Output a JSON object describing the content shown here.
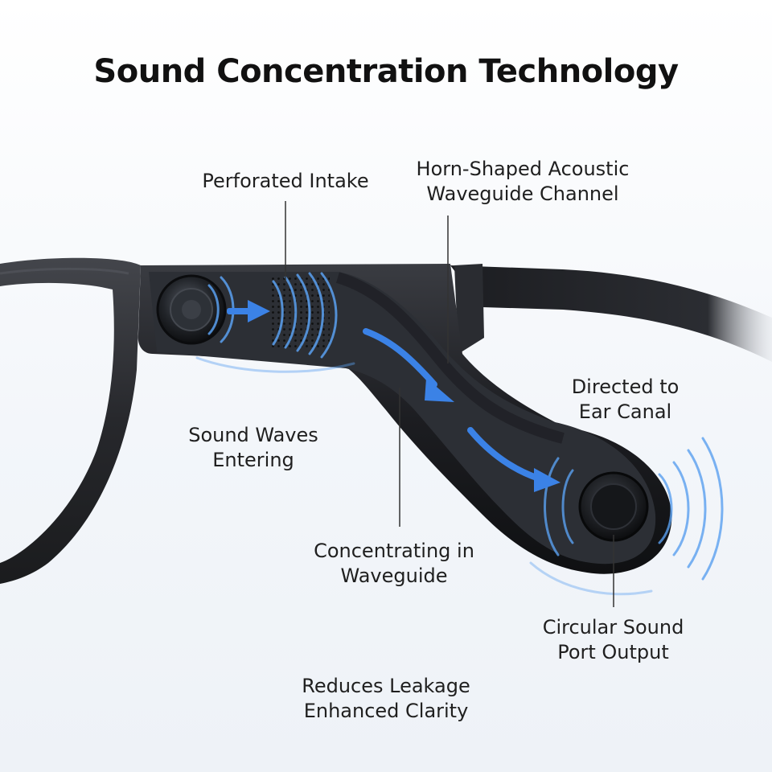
{
  "title": "Sound Concentration Technology",
  "labels": {
    "perforated_intake": [
      "Perforated Intake"
    ],
    "horn_waveguide": [
      "Horn-Shaped Acoustic",
      "Waveguide Channel"
    ],
    "sound_waves_entering": [
      "Sound Waves",
      "Entering"
    ],
    "directed_ear_canal": [
      "Directed to",
      "Ear Canal"
    ],
    "concentrating_waveguide": [
      "Concentrating in",
      "Waveguide"
    ],
    "circular_port": [
      "Circular Sound",
      "Port Output"
    ],
    "reduces_leakage": [
      "Reduces Leakage",
      "Enhanced Clarity"
    ]
  },
  "colors": {
    "frame": "#1c1d21",
    "frame_highlight": "#3a3c42",
    "arrow": "#3b82e6",
    "wave": "#5aa0f0",
    "leader_line": "#333333"
  },
  "icons": [
    "speaker-driver-icon",
    "sound-port-icon",
    "flow-arrow-icon"
  ]
}
